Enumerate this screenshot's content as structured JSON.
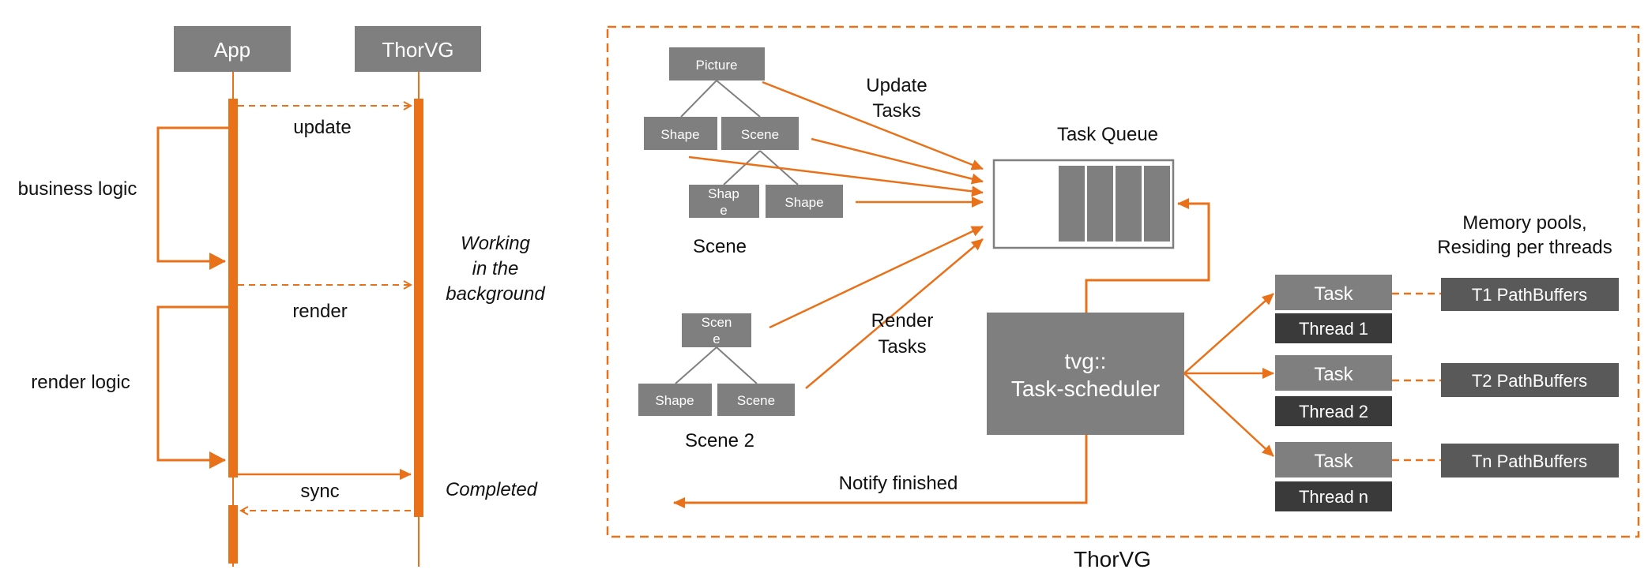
{
  "colors": {
    "accent": "#e8711a",
    "node_gray": "#7f7f7f",
    "dark_gray": "#595959",
    "thread_dark": "#3a3a3a",
    "text": "#111111",
    "white": "#ffffff"
  },
  "sequence": {
    "app_label": "App",
    "thorvg_label": "ThorVG",
    "update_label": "update",
    "render_label": "render",
    "sync_label": "sync",
    "business_logic_label": "business logic",
    "render_logic_label": "render logic",
    "working_line1": "Working",
    "working_line2": "in the",
    "working_line3": "background",
    "completed_label": "Completed"
  },
  "architecture": {
    "boundary_label": "ThorVG",
    "scene_tree": {
      "root": "Picture",
      "shape_a": "Shape",
      "scene_a": "Scene",
      "shape_b_line1": "Shap",
      "shape_b_line2": "e",
      "shape_c": "Shape",
      "caption": "Scene"
    },
    "scene2_tree": {
      "root_line1": "Scen",
      "root_line2": "e",
      "shape": "Shape",
      "scene": "Scene",
      "caption": "Scene 2"
    },
    "update_tasks_line1": "Update",
    "update_tasks_line2": "Tasks",
    "render_tasks_line1": "Render",
    "render_tasks_line2": "Tasks",
    "task_queue_label": "Task Queue",
    "scheduler_line1": "tvg::",
    "scheduler_line2": "Task-scheduler",
    "notify_label": "Notify finished",
    "memory_line1": "Memory pools,",
    "memory_line2": "Residing per threads",
    "workers": [
      {
        "task": "Task",
        "thread": "Thread 1",
        "buffer": "T1 PathBuffers"
      },
      {
        "task": "Task",
        "thread": "Thread 2",
        "buffer": "T2 PathBuffers"
      },
      {
        "task": "Task",
        "thread": "Thread n",
        "buffer": "Tn PathBuffers"
      }
    ]
  }
}
